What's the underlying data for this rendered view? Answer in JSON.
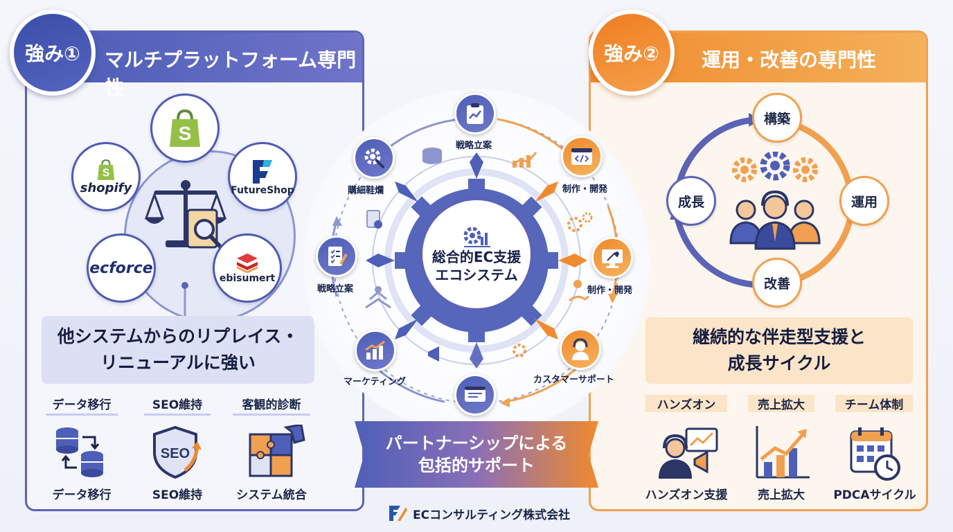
{
  "left": {
    "badge": "強み①",
    "title": "マルチプラットフォーム専門性",
    "platforms": [
      "shopify",
      "FutureShop",
      "ecforce",
      "ebisumert"
    ],
    "description": [
      "他システムからのリプレイス・",
      "リニューアルに強い"
    ],
    "features": [
      {
        "title": "データ移行",
        "caption": "データ移行"
      },
      {
        "title": "SEO維持",
        "caption": "SEO維持",
        "icon_text": "SEO"
      },
      {
        "title": "客観的診断",
        "caption": "システム統合"
      }
    ]
  },
  "center": {
    "hub": [
      "総合的EC支援",
      "エコシステム"
    ],
    "nodes": [
      "戦略立案",
      "制作・開発",
      "制作・開発",
      "カスタマーサポート",
      "マーケティング",
      "戦略立案",
      "購細鞋爛"
    ],
    "ribbon": [
      "パートナーシップによる",
      "包括的サポート"
    ]
  },
  "right": {
    "badge": "強み②",
    "title": "運用・改善の専門性",
    "cycle": [
      "構築",
      "運用",
      "改善",
      "成長"
    ],
    "description": [
      "継続的な伴走型支援と",
      "成長サイクル"
    ],
    "features": [
      {
        "title": "ハンズオン",
        "caption": "ハンズオン支援"
      },
      {
        "title": "売上拡大",
        "caption": "売上拡大"
      },
      {
        "title": "チーム体制",
        "caption": "PDCAサイクル"
      }
    ]
  },
  "footer": {
    "company": "ECコンサルティング株式会社"
  },
  "colors": {
    "blue": "#4f5fb8",
    "orange": "#f08a2e",
    "navy": "#1b2547"
  }
}
